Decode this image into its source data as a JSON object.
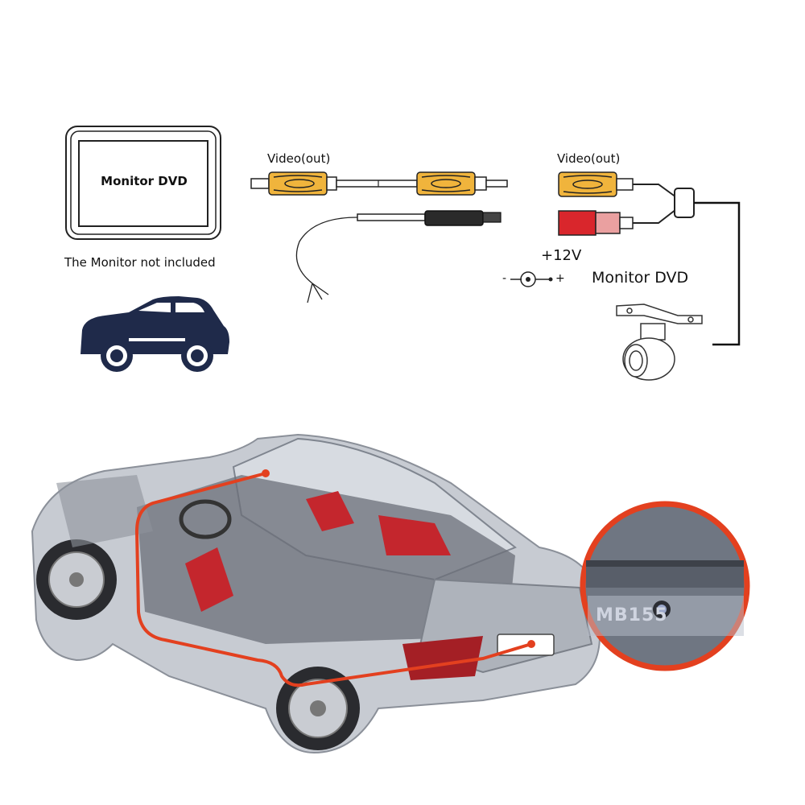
{
  "monitor": {
    "label": "Monitor DVD",
    "note": "The  Monitor not included"
  },
  "cable": {
    "video_label": "Video(out)"
  },
  "camera_wiring": {
    "video_label": "Video(out)",
    "power_label": "+12V",
    "monitor_label": "Monitor DVD",
    "polarity_minus": "-",
    "polarity_plus": "+"
  },
  "zoom": {
    "plate_text": "MB155"
  },
  "colors": {
    "rca_yellow": "#f0b43c",
    "rca_red": "#d9262c",
    "wire_route": "#e3401f",
    "car_icon": "#1f2a4a",
    "car_body": "#b9bec6"
  }
}
